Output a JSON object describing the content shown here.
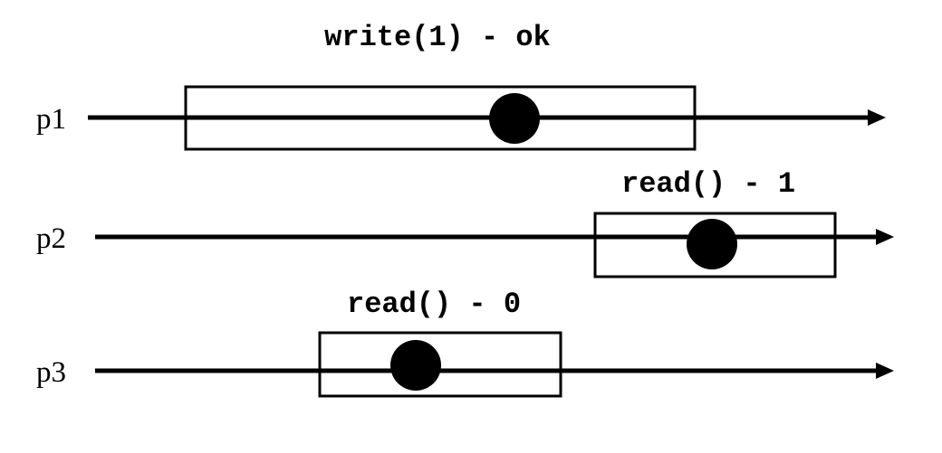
{
  "processes": [
    {
      "label": "p1"
    },
    {
      "label": "p2"
    },
    {
      "label": "p3"
    }
  ],
  "operations": [
    {
      "label": "write(1) - ok"
    },
    {
      "label": "read() - 1"
    },
    {
      "label": "read() - 0"
    }
  ],
  "colors": {
    "ink": "#000000",
    "background": "#ffffff"
  }
}
